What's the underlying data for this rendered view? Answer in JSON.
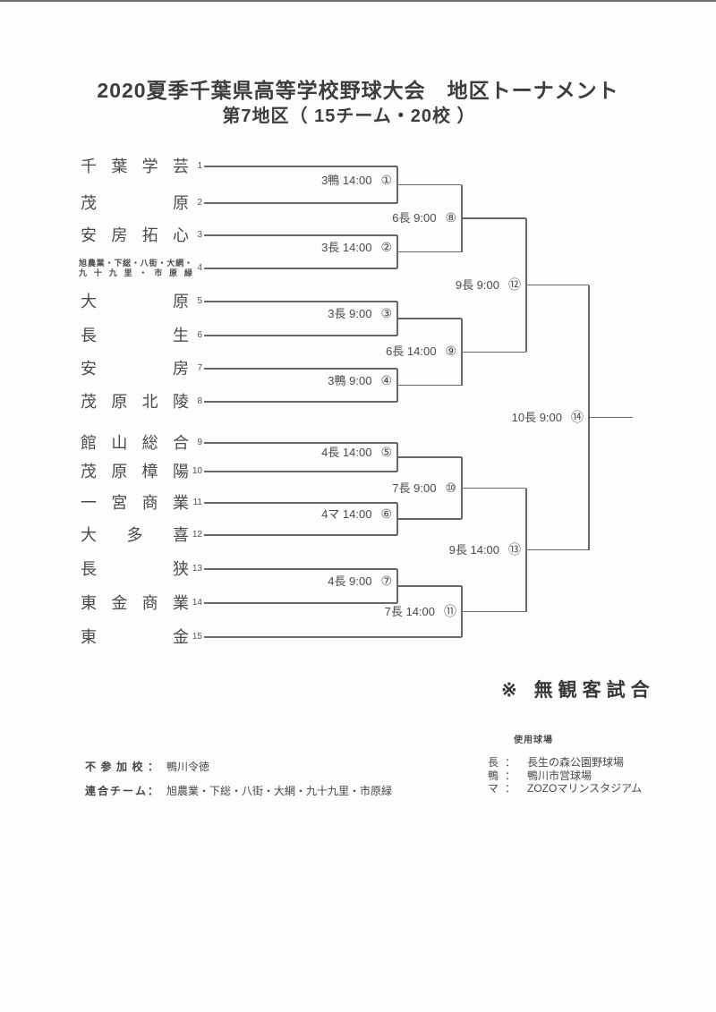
{
  "title": {
    "line1": "2020夏季千葉県高等学校野球大会　地区トーナメント",
    "line2": "第7地区（ 15チーム・20校 ）"
  },
  "teams": [
    {
      "seed": "1",
      "name": "千葉学芸"
    },
    {
      "seed": "2",
      "name": "茂原"
    },
    {
      "seed": "3",
      "name": "安房拓心"
    },
    {
      "seed": "4",
      "name": "旭農業・下総・八街・大網・九十九里・市原緑",
      "lines": [
        "旭農業・下総・八街・大網・",
        "九十九里・市原緑"
      ]
    },
    {
      "seed": "5",
      "name": "大原"
    },
    {
      "seed": "6",
      "name": "長生"
    },
    {
      "seed": "7",
      "name": "安房"
    },
    {
      "seed": "8",
      "name": "茂原北陵"
    },
    {
      "seed": "9",
      "name": "館山総合"
    },
    {
      "seed": "10",
      "name": "茂原樟陽"
    },
    {
      "seed": "11",
      "name": "一宮商業"
    },
    {
      "seed": "12",
      "name": "大多喜"
    },
    {
      "seed": "13",
      "name": "長狭"
    },
    {
      "seed": "14",
      "name": "東金商業"
    },
    {
      "seed": "15",
      "name": "東金"
    }
  ],
  "matches": [
    {
      "num": "①",
      "label": "3鴨 14:00"
    },
    {
      "num": "②",
      "label": "3長 14:00"
    },
    {
      "num": "③",
      "label": "3長 9:00"
    },
    {
      "num": "④",
      "label": "3鴨 9:00"
    },
    {
      "num": "⑤",
      "label": "4長 14:00"
    },
    {
      "num": "⑥",
      "label": "4マ 14:00"
    },
    {
      "num": "⑦",
      "label": "4長 9:00"
    },
    {
      "num": "⑧",
      "label": "6長 9:00"
    },
    {
      "num": "⑨",
      "label": "6長 14:00"
    },
    {
      "num": "⑩",
      "label": "7長 9:00"
    },
    {
      "num": "⑪",
      "label": "7長 14:00"
    },
    {
      "num": "⑫",
      "label": "9長 9:00"
    },
    {
      "num": "⑬",
      "label": "9長 14:00"
    },
    {
      "num": "⑭",
      "label": "10長 9:00"
    }
  ],
  "note": {
    "mark": "※",
    "text": "無観客試合"
  },
  "venues": {
    "heading": "使用球場",
    "items": [
      {
        "key": "長",
        "sep": "：",
        "value": "長生の森公園野球場"
      },
      {
        "key": "鴨",
        "sep": "：",
        "value": "鴨川市営球場"
      },
      {
        "key": "マ",
        "sep": "：",
        "value": "ZOZOマリンスタジアム"
      }
    ]
  },
  "footer": {
    "rows": [
      {
        "label": "不参加校：",
        "value": "鴨川令徳"
      },
      {
        "label": "連合チーム：",
        "value": "旭農業・下総・八街・大網・九十九里・市原緑"
      }
    ]
  }
}
